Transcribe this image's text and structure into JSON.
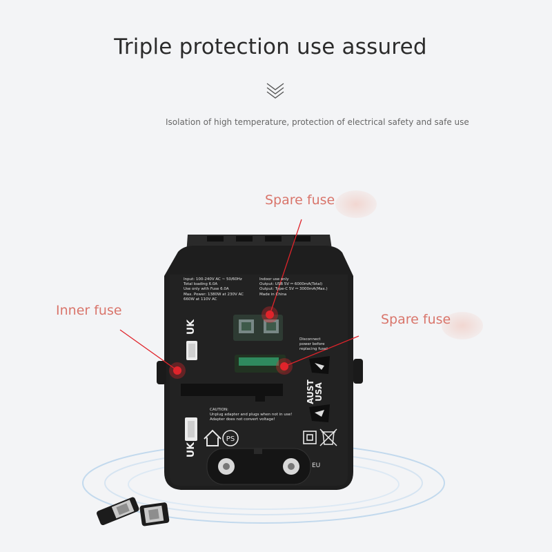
{
  "header": {
    "title": "Triple protection use assured",
    "subtitle": "Isolation of high temperature, protection of electrical safety and safe use"
  },
  "callouts": {
    "top": "Spare fuse",
    "left": "Inner fuse",
    "right": "Spare fuse"
  },
  "device": {
    "spec_left": [
      "Input: 100-240V AC ~ 50/60Hz",
      "Total loading 6.0A",
      "Use only with Fuse         6.0A",
      "Max. Power: 1380W at 230V AC",
      "                660W at 110V AC"
    ],
    "spec_right": [
      "Indoor use only",
      "Output: USB 5V ⎓ 6000mA(Total)",
      "Output: Type-C 5V ⎓ 3000mA(Max.)",
      "Made in China"
    ],
    "disconnect": [
      "Disconnect",
      "power before",
      "replacing fuse!"
    ],
    "caution": [
      "CAUTION:",
      "Unplug adapter and plugs when not in use!",
      "Adapter does not convert voltage!"
    ],
    "uk_top": "UK",
    "uk_bottom": "UK",
    "aust": "AUST",
    "usa": "USA",
    "eu": "EU"
  },
  "colors": {
    "background": "#f3f4f6",
    "title": "#2b2b2b",
    "callout": "#d9756b",
    "marker": "#e0242b",
    "device_body": "#1e1e1e"
  },
  "icons": [
    "chevron-down-double-icon",
    "home-icon",
    "pse-mark-icon",
    "double-insulation-icon",
    "weee-bin-icon"
  ]
}
